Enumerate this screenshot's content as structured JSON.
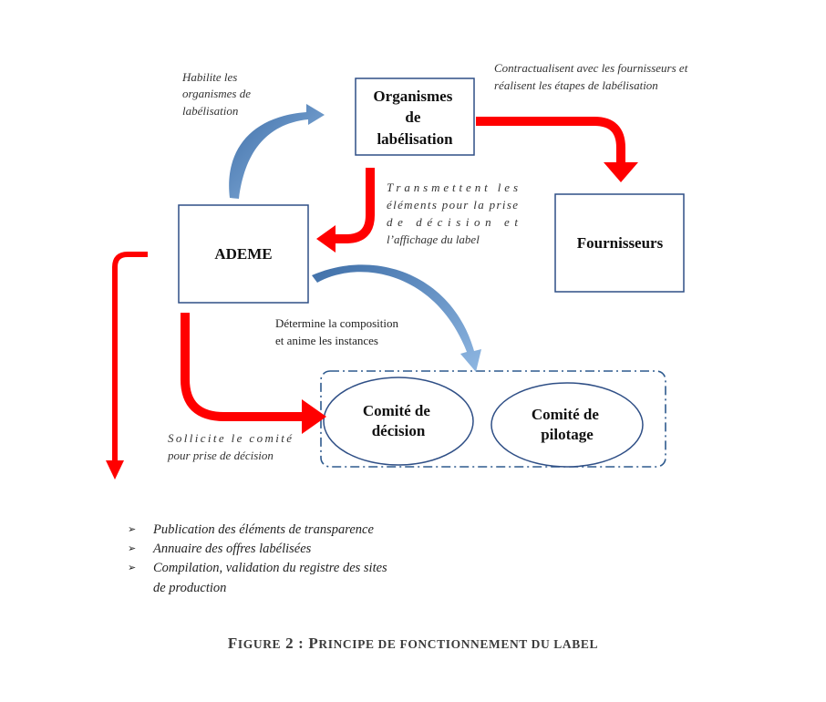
{
  "nodes": {
    "organismes": {
      "label_lines": [
        "Organismes",
        "de",
        "labélisation"
      ]
    },
    "ademe": {
      "label": "ADEME"
    },
    "fournisseurs": {
      "label": "Fournisseurs"
    },
    "comite_decision": {
      "label_lines": [
        "Comité de",
        "décision"
      ]
    },
    "comite_pilotage": {
      "label_lines": [
        "Comité de",
        "pilotage"
      ]
    }
  },
  "annotations": {
    "habilite": [
      "Habilite les",
      "organismes de",
      "labélisation"
    ],
    "contractualisent": [
      "Contractualisent avec les fournisseurs et",
      "réalisent les étapes de labélisation"
    ],
    "transmettent": [
      "Transmettent les",
      "éléments pour la prise",
      "de décision et",
      "l’affichage du label"
    ],
    "determine": [
      "Détermine la composition",
      "et anime les instances"
    ],
    "sollicite": [
      "Sollicite le comité",
      "pour prise de décision"
    ]
  },
  "bullets": {
    "marker": "➢",
    "items": [
      [
        "Publication des éléments de transparence"
      ],
      [
        "Annuaire des offres labélisées"
      ],
      [
        "Compilation, validation du registre des sites",
        "de production"
      ]
    ]
  },
  "caption": {
    "figure_first": "F",
    "figure_rest": "IGURE",
    "number": "2 :",
    "title_first": "P",
    "title_rest": "RINCIPE DE FONCTIONNEMENT DU LABEL"
  },
  "colors": {
    "red_arrow": "#ff0000",
    "blue_arrow": "#5b8fc9",
    "box_border": "#2f4f86",
    "dashed_border": "#2e5a8e"
  }
}
